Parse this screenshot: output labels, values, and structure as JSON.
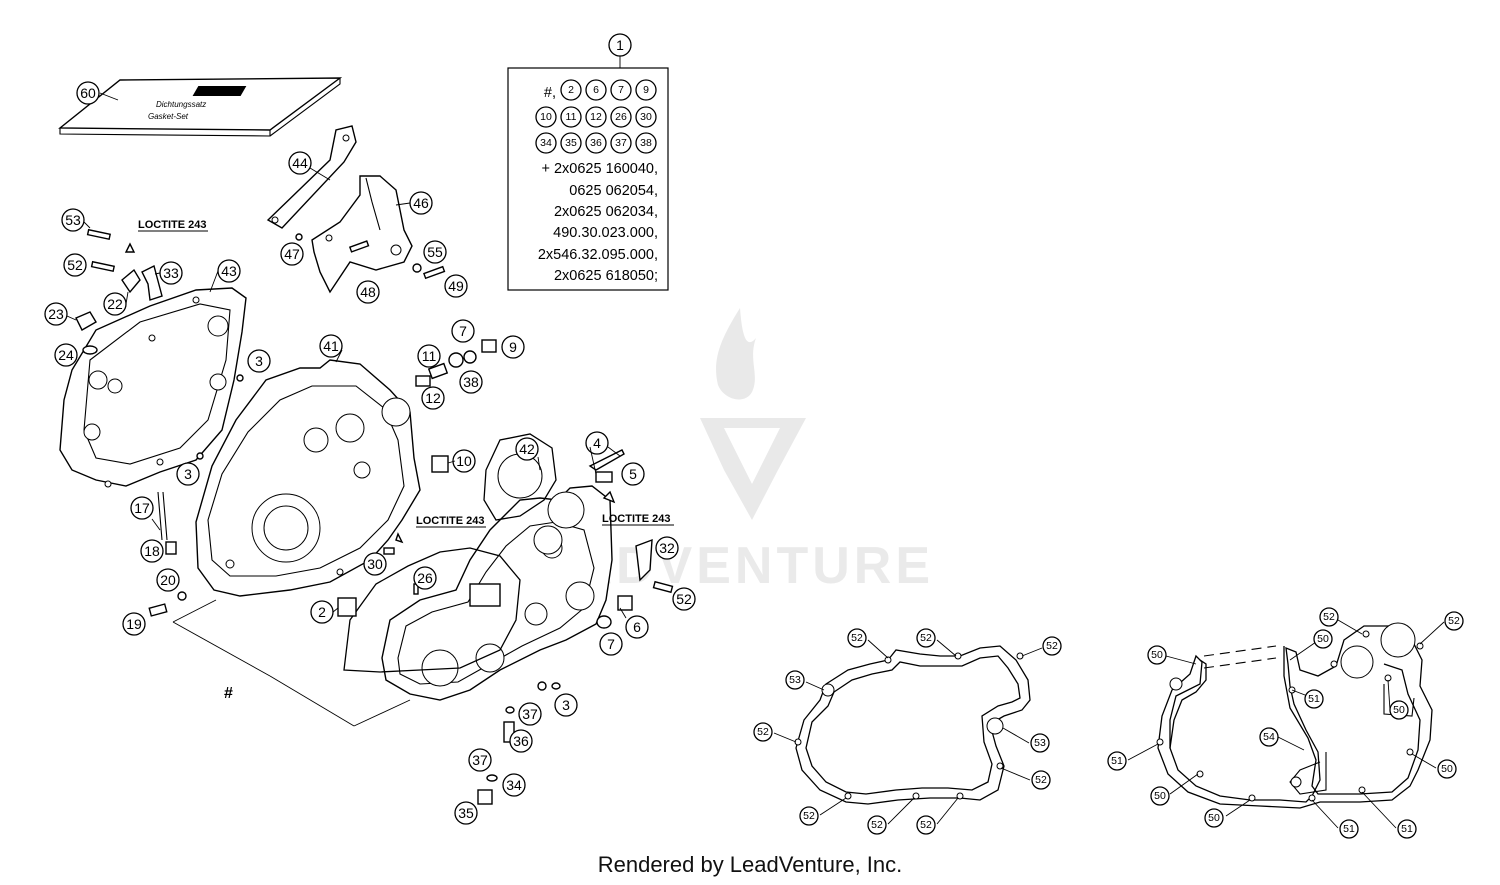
{
  "diagram": {
    "kit_callout": "1",
    "kit_lines": [
      "#,",
      "+ 2x0625 160040,",
      "0625 062054,",
      "2x0625 062034,",
      "490.30.023.000,",
      "2x546.32.095.000,",
      "2x0625 618050;"
    ],
    "kit_numbers_row1": [
      "2",
      "6",
      "7",
      "9"
    ],
    "kit_numbers_row2": [
      "10",
      "11",
      "12",
      "26",
      "30"
    ],
    "kit_numbers_row3": [
      "34",
      "35",
      "36",
      "37",
      "38"
    ],
    "loctite_label": "LOCTITE 243",
    "hash_symbol": "#",
    "gasket_set_text": [
      "Dichtungssatz",
      "Gasket-Set"
    ],
    "watermark_text": "LEADVENTURE",
    "callouts": {
      "c60": "60",
      "c44": "44",
      "c46": "46",
      "c47": "47",
      "c55": "55",
      "c48": "48",
      "c49": "49",
      "c53a": "53",
      "c52a": "52",
      "c33": "33",
      "c22": "22",
      "c43": "43",
      "c23": "23",
      "c24": "24",
      "c3a": "3",
      "c3b": "3",
      "c17": "17",
      "c18": "18",
      "c20": "20",
      "c19": "19",
      "c41": "41",
      "c7a": "7",
      "c9": "9",
      "c11": "11",
      "c12": "12",
      "c38": "38",
      "c10": "10",
      "c42": "42",
      "c4": "4",
      "c5": "5",
      "c32": "32",
      "c52b": "52",
      "c30": "30",
      "c26": "26",
      "c2": "2",
      "c6": "6",
      "c7b": "7",
      "c3c": "3",
      "c37a": "37",
      "c36": "36",
      "c37b": "37",
      "c34": "34",
      "c35": "35"
    },
    "gasket_left_callouts": {
      "g52a": "52",
      "g52b": "52",
      "g52c": "52",
      "g53a": "53",
      "g52d": "52",
      "g53b": "53",
      "g52e": "52",
      "g52f": "52",
      "g52g": "52",
      "g52h": "52"
    },
    "gasket_right_callouts": {
      "h52a": "52",
      "h50a": "50",
      "h52b": "52",
      "h50b": "50",
      "h51a": "51",
      "h50c": "50",
      "h54": "54",
      "h51b": "51",
      "h50d": "50",
      "h50e": "50",
      "h51c": "51",
      "h51d": "51",
      "h50f": "50"
    }
  },
  "footer": {
    "text": "Rendered by LeadVenture, Inc."
  }
}
